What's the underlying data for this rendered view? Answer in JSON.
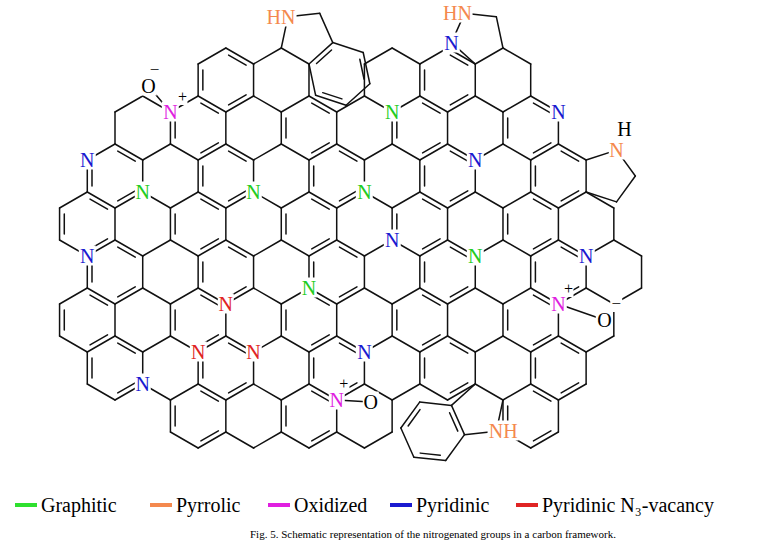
{
  "diagram": {
    "caption": "Fig. 5. Schematic representation of the nitrogenated groups in a carbon framework.",
    "labels": [
      "HN",
      "N",
      "HN",
      "−",
      "O",
      "+",
      "N",
      "N",
      "N",
      "H",
      "N",
      "N",
      "N",
      "N",
      "N",
      "N",
      "N",
      "N",
      "N",
      "N",
      "N",
      "N",
      "+",
      "N",
      "−",
      "O",
      "N",
      "N",
      "N",
      "NH",
      "+",
      "N",
      "N",
      "O"
    ],
    "legend": [
      {
        "text": "Graphitic",
        "color": "#2ee02e"
      },
      {
        "text": "Pyrrolic",
        "color": "#f4894e"
      },
      {
        "text": "Oxidized",
        "color": "#e01fe0"
      },
      {
        "text": "Pyridinic",
        "color": "#1a1ad0"
      },
      {
        "text": "Pyridinic N₃-vacancy",
        "color": "#e02424"
      }
    ]
  }
}
